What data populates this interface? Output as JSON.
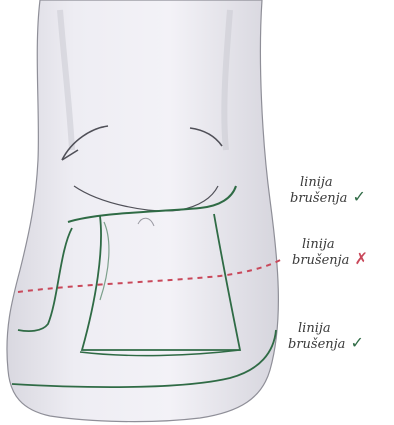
{
  "colors": {
    "tooth_fill": "#e9e8ef",
    "tooth_outline": "#8f8f98",
    "correct_line": "#2f6b45",
    "incorrect_line": "#c9485a",
    "text": "#3a3a3a"
  },
  "labels": [
    {
      "line1": "linija",
      "line2": "brušenja",
      "mark": "✓",
      "status": "correct",
      "mark_color": "#2f6b45"
    },
    {
      "line1": "linija",
      "line2": "brušenja",
      "mark": "✗",
      "status": "incorrect",
      "mark_color": "#c9485a"
    },
    {
      "line1": "linija",
      "line2": "brušenja",
      "mark": "✓",
      "status": "correct",
      "mark_color": "#2f6b45"
    }
  ]
}
